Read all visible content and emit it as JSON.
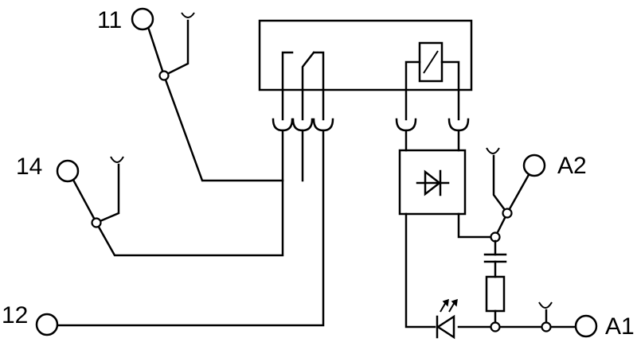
{
  "terminals": {
    "t11": "11",
    "t14": "14",
    "t12": "12",
    "a2": "A2",
    "a1": "A1"
  }
}
